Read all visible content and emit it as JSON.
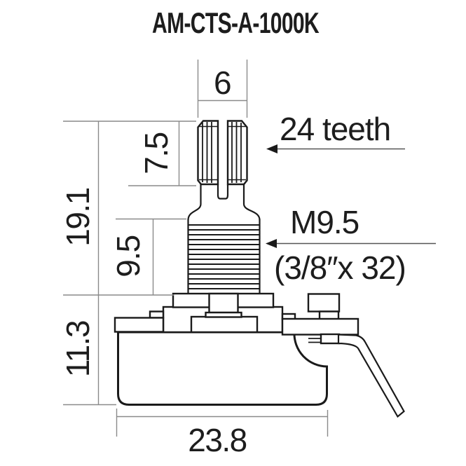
{
  "title": "AM-CTS-A-1000K",
  "colors": {
    "background": "#ffffff",
    "outline": "#1a1a1a",
    "dimension_line": "#8a8a8a",
    "text": "#1d1d1d"
  },
  "diagram": {
    "type": "technical-drawing",
    "subject": "potentiometer side cross-section",
    "dimensions": {
      "shaft_width": "6",
      "knurl_length": "7.5",
      "shaft_overall_length": "19.1",
      "bushing_length": "9.5",
      "body_height": "11.3",
      "body_width": "23.8"
    },
    "labels": {
      "teeth": "24 teeth",
      "thread_metric": "M9.5",
      "thread_imperial": "(3/8″x 32)"
    }
  }
}
